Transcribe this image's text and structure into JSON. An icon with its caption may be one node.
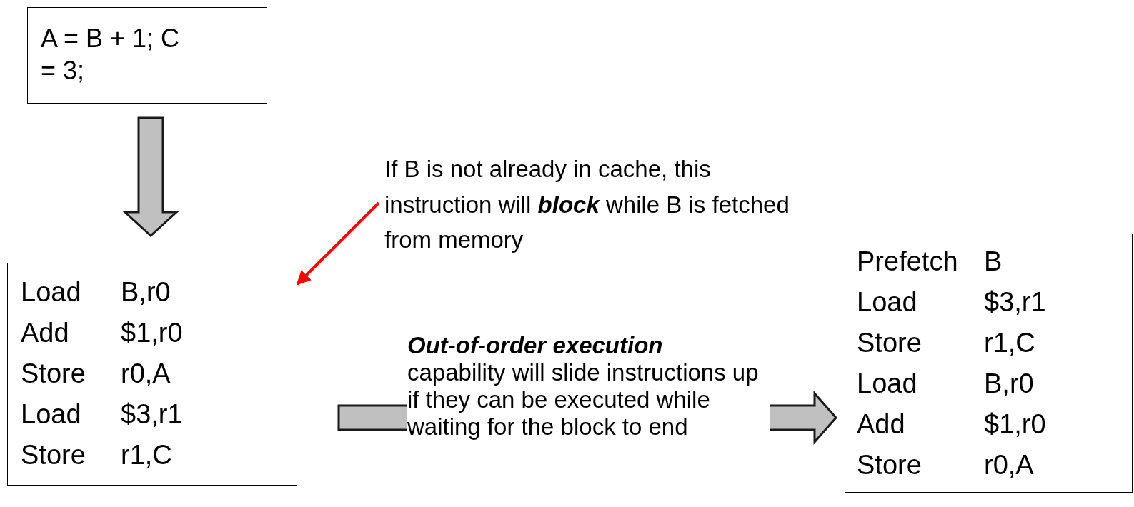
{
  "diagram": {
    "nodes": [
      {
        "text": [
          "A = B + 1; C = 3;"
        ]
      },
      {
        "text": [
          "Load B,r0",
          "Add $1,r0",
          "Store r0,A",
          "Load $3,r1",
          "Store r1,C"
        ]
      },
      {
        "text": [
          "If B is not already in cache, this instruction will **block** while B is fetched from memory"
        ]
      },
      {
        "text": [
          "Prefetch B",
          "Load $3,r1",
          "Store r1,C",
          "Load B,r0",
          "Add $1,r0",
          "Store r0,A"
        ]
      }
    ],
    "edges": [
      {
        "from": 0,
        "to": 1,
        "arrow": "to",
        "style": "thick"
      },
      {
        "from": 2,
        "to": 1,
        "arrow": "to",
        "color": "#ff0000"
      },
      {
        "from": 1,
        "to": 3,
        "arrow": "to",
        "style": "thick",
        "label": "**Out-of-order execution** capability will slide instructions up if they can be executed while waiting for the block to end"
      }
    ]
  }
}
